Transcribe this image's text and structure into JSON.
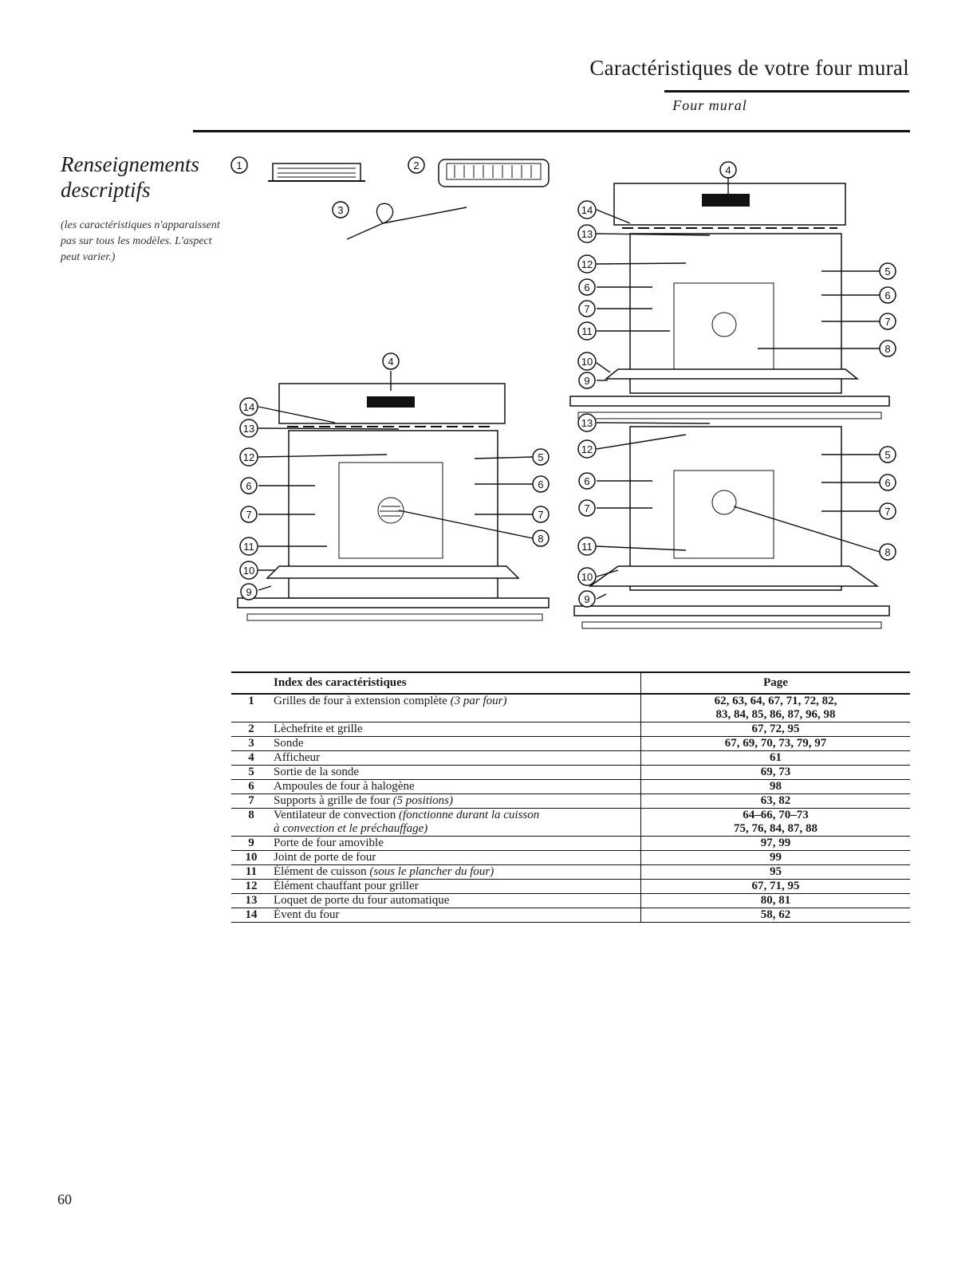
{
  "header": {
    "title": "Caractéristiques de votre four mural",
    "subtitle": "Four mural"
  },
  "sidebar": {
    "heading_line1": "Renseignements",
    "heading_line2": "descriptifs",
    "note": "(les caractéristiques n'apparaissent pas sur tous les modèles. L'aspect peut varier.)"
  },
  "diagram": {
    "callouts": [
      "1",
      "2",
      "3",
      "4",
      "5",
      "6",
      "7",
      "8",
      "9",
      "10",
      "11",
      "12",
      "13",
      "14"
    ]
  },
  "table": {
    "headers": {
      "index": "Index des caractéristiques",
      "page": "Page"
    },
    "rows": [
      {
        "num": "1",
        "desc": "Grilles de four à extension complète",
        "note": "(3 par four)",
        "desc2": "",
        "pages": "62, 63, 64, 67, 71, 72, 82,",
        "pages2": "83, 84, 85, 86, 87, 96, 98"
      },
      {
        "num": "2",
        "desc": "Lèchefrite et grille",
        "note": "",
        "desc2": "",
        "pages": "67, 72, 95",
        "pages2": ""
      },
      {
        "num": "3",
        "desc": "Sonde",
        "note": "",
        "desc2": "",
        "pages": "67, 69, 70, 73, 79, 97",
        "pages2": ""
      },
      {
        "num": "4",
        "desc": "Afficheur",
        "note": "",
        "desc2": "",
        "pages": "61",
        "pages2": ""
      },
      {
        "num": "5",
        "desc": "Sortie de la sonde",
        "note": "",
        "desc2": "",
        "pages": "69, 73",
        "pages2": ""
      },
      {
        "num": "6",
        "desc": "Ampoules de four à halogène",
        "note": "",
        "desc2": "",
        "pages": "98",
        "pages2": ""
      },
      {
        "num": "7",
        "desc": "Supports à grille de four",
        "note": "(5 positions)",
        "desc2": "",
        "pages": "63, 82",
        "pages2": ""
      },
      {
        "num": "8",
        "desc": "Ventilateur de convection",
        "note": "(fonctionne durant la cuisson",
        "desc2": "à convection et le préchauffage)",
        "pages": "64–66, 70–73",
        "pages2": "75, 76, 84, 87, 88"
      },
      {
        "num": "9",
        "desc": "Porte de four amovible",
        "note": "",
        "desc2": "",
        "pages": "97, 99",
        "pages2": ""
      },
      {
        "num": "10",
        "desc": "Joint de porte de four",
        "note": "",
        "desc2": "",
        "pages": "99",
        "pages2": ""
      },
      {
        "num": "11",
        "desc": "Élément de cuisson",
        "note": "(sous le plancher du four)",
        "desc2": "",
        "pages": "95",
        "pages2": ""
      },
      {
        "num": "12",
        "desc": "Élément chauffant pour griller",
        "note": "",
        "desc2": "",
        "pages": "67, 71, 95",
        "pages2": ""
      },
      {
        "num": "13",
        "desc": "Loquet de porte du four automatique",
        "note": "",
        "desc2": "",
        "pages": "80, 81",
        "pages2": ""
      },
      {
        "num": "14",
        "desc": "Évent du four",
        "note": "",
        "desc2": "",
        "pages": "58, 62",
        "pages2": ""
      }
    ]
  },
  "footer": {
    "page_number": "60"
  }
}
